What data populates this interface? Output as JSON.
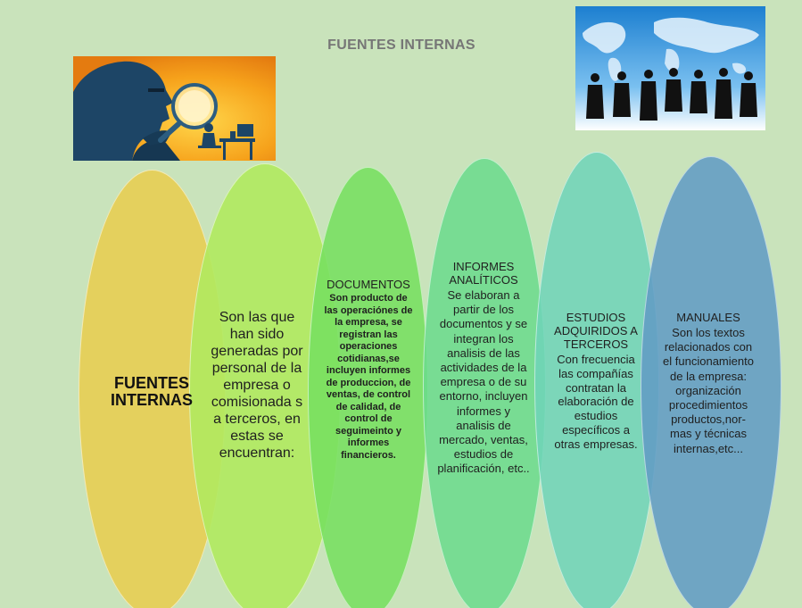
{
  "slide": {
    "title": "FUENTES INTERNAS",
    "images": {
      "left": "magnifying-glass-investigator-illustration",
      "right": "world-map-business-people-photo"
    },
    "colors": {
      "background": "#c9e3bb",
      "title": "#767676",
      "oval_1": "#e6cf56",
      "oval_2": "#b0e95f",
      "oval_3": "#76df60",
      "oval_4": "#6adb8c",
      "oval_5": "#6ed3b8",
      "oval_6": "#629cc4"
    },
    "ovals": [
      {
        "body": "FUENTES INTERNAS"
      },
      {
        "body": "Son las que han sido generadas por personal de la empresa o comisionada s a terceros, en estas se encuentran:"
      },
      {
        "heading": "DOCUMENTOS",
        "body": "Son producto de las operaciónes de la empresa, se registran las operaciones cotidianas,se incluyen informes de produccion, de ventas, de control de calidad, de control de seguimeinto y informes financieros."
      },
      {
        "heading": "INFORMES ANALÍTICOS",
        "body": "Se elaboran  a partir de los documentos y se integran los analisis de las actividades de la empresa o de su entorno, incluyen informes y analisis de mercado, ventas, estudios de planificación, etc.."
      },
      {
        "heading": "ESTUDIOS ADQUIRIDOS A TERCEROS",
        "body": "Con frecuencia las compañías contratan la elaboración de estudios específicos a otras empresas."
      },
      {
        "heading": "MANUALES",
        "body": "Son los textos relacionados con el funcionamiento de la empresa: organización procedimientos productos,nor-mas y técnicas internas,etc..."
      }
    ]
  }
}
